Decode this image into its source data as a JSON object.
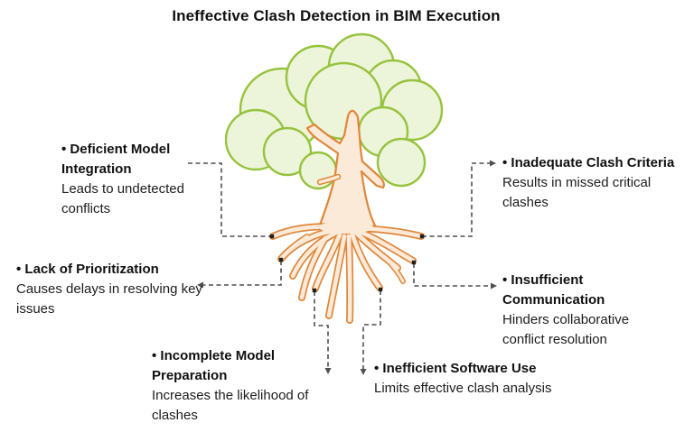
{
  "title": "Ineffective Clash Detection in BIM Execution",
  "diagram_type": "cause-effect tree (root-cause diagram)",
  "center_graphic": "tree-with-roots",
  "colors": {
    "background": "#ffffff",
    "foliage_fill": "#ecf4da",
    "foliage_outline": "#96c33d",
    "trunk_fill": "#fcead8",
    "trunk_outline": "#df873b",
    "connector": "#4f4f4f",
    "text": "#1c1c1c"
  },
  "causes": [
    {
      "id": "deficient-model-integration",
      "label": "• Deficient Model Integration",
      "description": "Leads to undetected conflicts",
      "position": "upper-left"
    },
    {
      "id": "inadequate-clash-criteria",
      "label": "• Inadequate Clash Criteria",
      "description": "Results in missed critical clashes",
      "position": "upper-right"
    },
    {
      "id": "lack-of-prioritization",
      "label": "• Lack of Prioritization",
      "description": "Causes delays in resolving key issues",
      "position": "middle-left"
    },
    {
      "id": "insufficient-communication",
      "label": "• Insufficient Communication",
      "description": "Hinders collaborative conflict resolution",
      "position": "middle-right"
    },
    {
      "id": "incomplete-model-preparation",
      "label": "• Incomplete Model Preparation",
      "description": "Increases the likelihood of clashes",
      "position": "bottom-left"
    },
    {
      "id": "inefficient-software-use",
      "label": "• Inefficient Software Use",
      "description": "Limits effective clash analysis",
      "position": "bottom-right"
    }
  ]
}
